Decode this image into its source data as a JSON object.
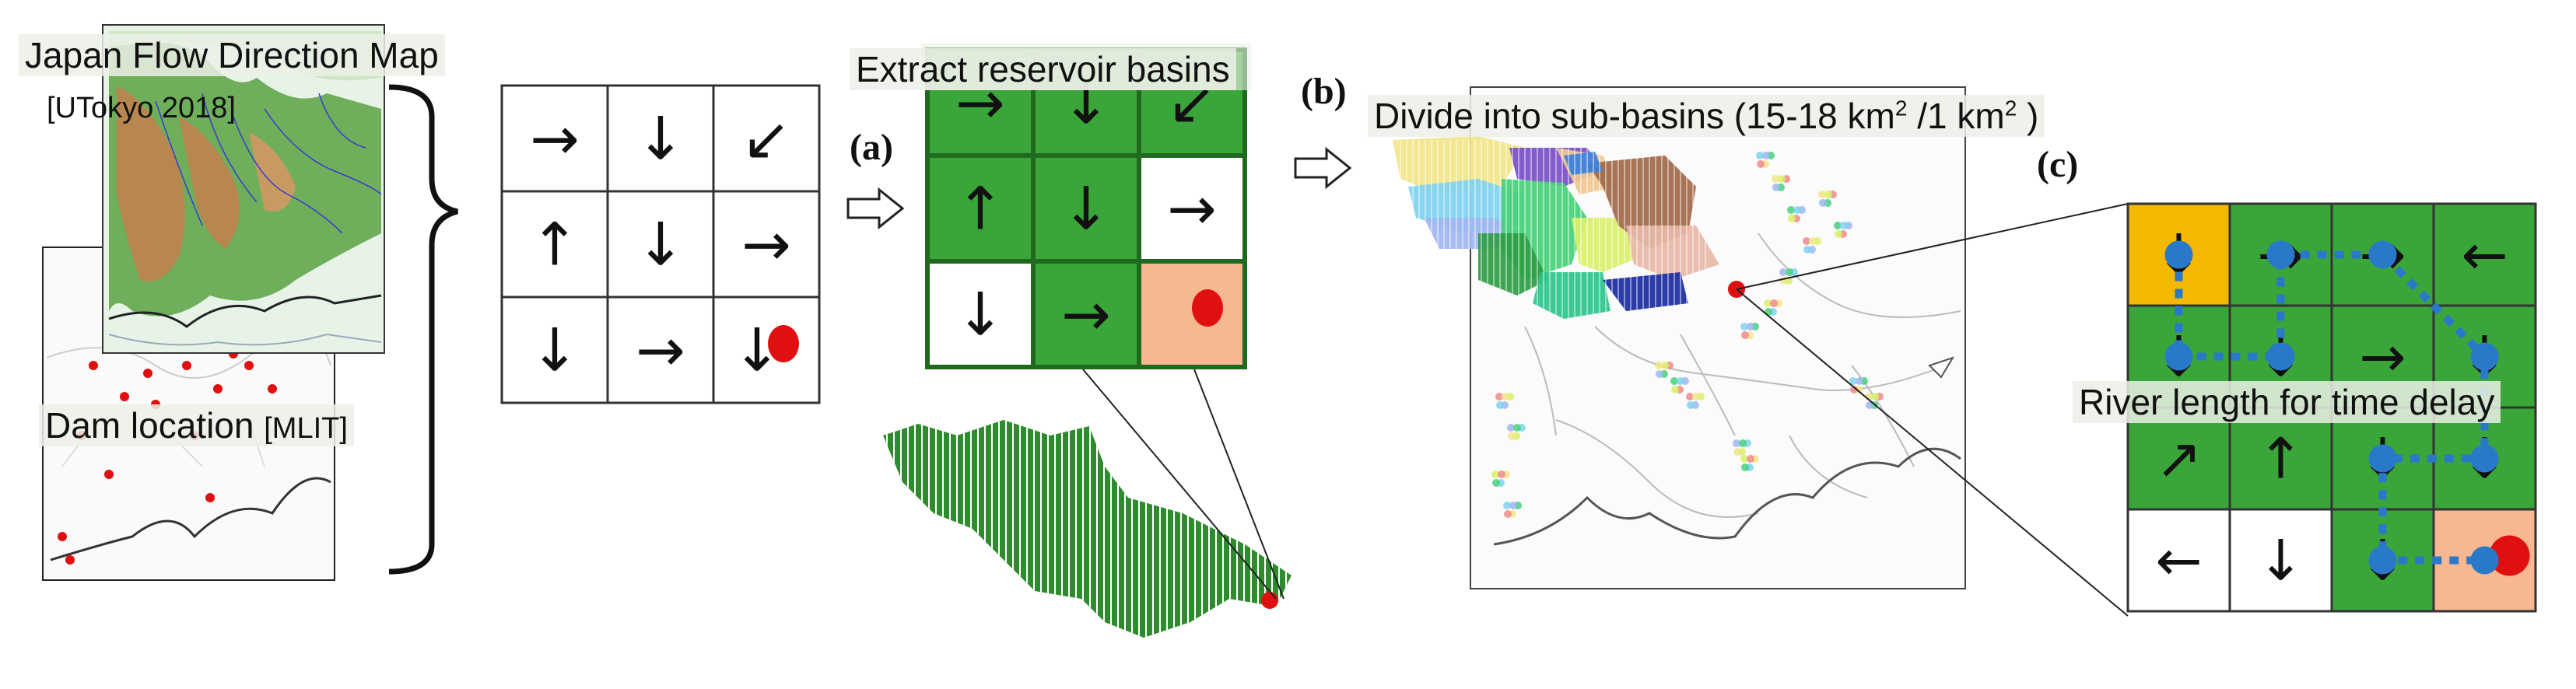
{
  "texts": {
    "japan_title": "Japan Flow Direction Map",
    "japan_source": "[UTokyo 2018]",
    "dam_title": "Dam location",
    "dam_source": "[MLIT]",
    "extract_title": "Extract reservoir basins",
    "divide_title": "Divide into sub-basins (15-18 km",
    "divide_sup1": "2",
    "divide_mid": " /1 km",
    "divide_sup2": "2",
    "divide_end": " )",
    "river_length": "River length for time delay",
    "tag_a": "(a)",
    "tag_b": "(b)",
    "tag_c": "(c)"
  },
  "grids": {
    "flow_grid": [
      [
        "→",
        "↓",
        "↙"
      ],
      [
        "↑",
        "↓",
        "→"
      ],
      [
        "↓",
        "→",
        "↓"
      ]
    ],
    "basin_grid": [
      [
        "→",
        "↓",
        "↙"
      ],
      [
        "↑",
        "↓",
        "→"
      ],
      [
        "↓",
        "→",
        ""
      ]
    ],
    "delay_grid": [
      [
        "↓",
        "→",
        "→",
        "←"
      ],
      [
        "↓",
        "↓",
        "→",
        "↓"
      ],
      [
        "↗",
        "↑",
        "↓",
        "↓"
      ],
      [
        "←",
        "↓",
        "↓",
        ""
      ]
    ]
  },
  "colors": {
    "basin_green": "#3aa63a",
    "outlet_cell": "#f7b790",
    "dam_red": "#e01010",
    "source_cell": "#f5b800",
    "path_blue": "#2a78c8"
  }
}
